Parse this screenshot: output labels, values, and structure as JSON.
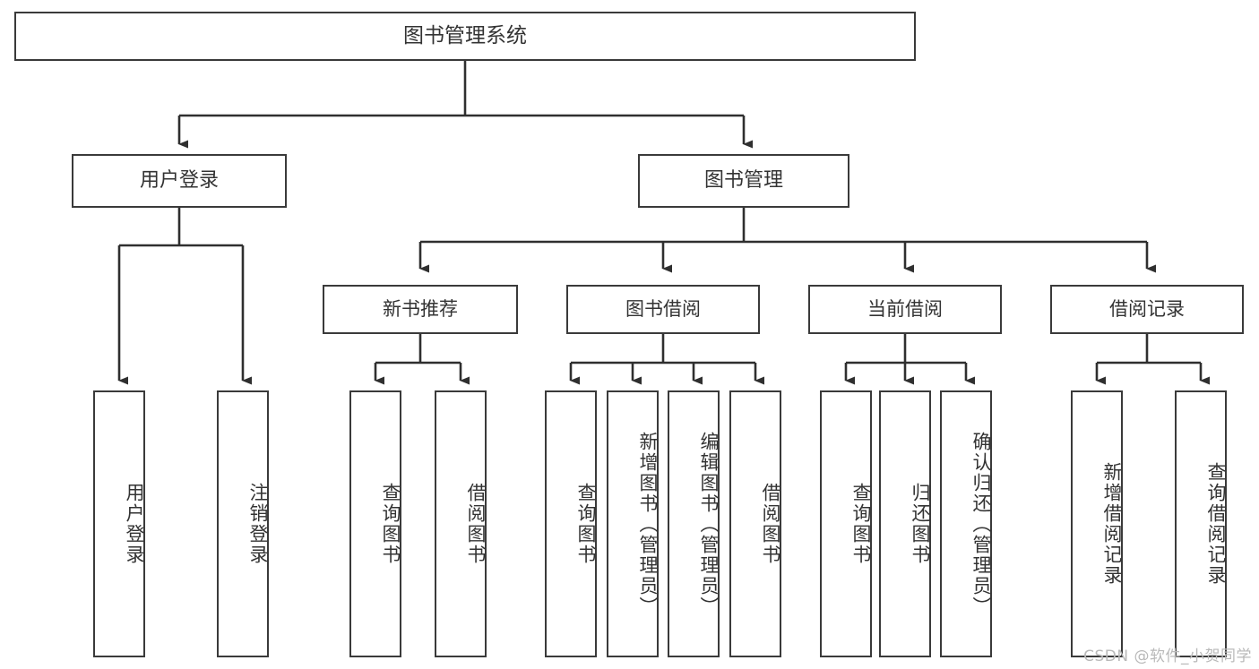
{
  "diagram": {
    "type": "tree",
    "title": "图书管理系统",
    "root": {
      "label": "图书管理系统"
    },
    "level2": [
      {
        "label": "用户登录"
      },
      {
        "label": "图书管理"
      }
    ],
    "level3": [
      {
        "label": "新书推荐"
      },
      {
        "label": "图书借阅"
      },
      {
        "label": "当前借阅"
      },
      {
        "label": "借阅记录"
      }
    ],
    "leaves": {
      "user_login": [
        {
          "label": "用户登录"
        },
        {
          "label": "注销登录"
        }
      ],
      "new_book_recommend": [
        {
          "label": "查询图书"
        },
        {
          "label": "借阅图书"
        }
      ],
      "book_borrow": [
        {
          "label": "查询图书"
        },
        {
          "label": "新增图书（管理员）"
        },
        {
          "label": "编辑图书（管理员）"
        },
        {
          "label": "借阅图书"
        }
      ],
      "current_borrow": [
        {
          "label": "查询图书"
        },
        {
          "label": "归还图书"
        },
        {
          "label": "确认归还（管理员）"
        }
      ],
      "borrow_record": [
        {
          "label": "新增借阅记录"
        },
        {
          "label": "查询借阅记录"
        }
      ]
    }
  },
  "watermark": {
    "text": "CSDN @软件_小贺同学"
  },
  "colors": {
    "box_border": "#3a3a3a",
    "box_fill": "#ffffff",
    "text": "#333333",
    "line": "#2f2f2f",
    "watermark": "#b9b9b9",
    "background": "#ffffff"
  }
}
